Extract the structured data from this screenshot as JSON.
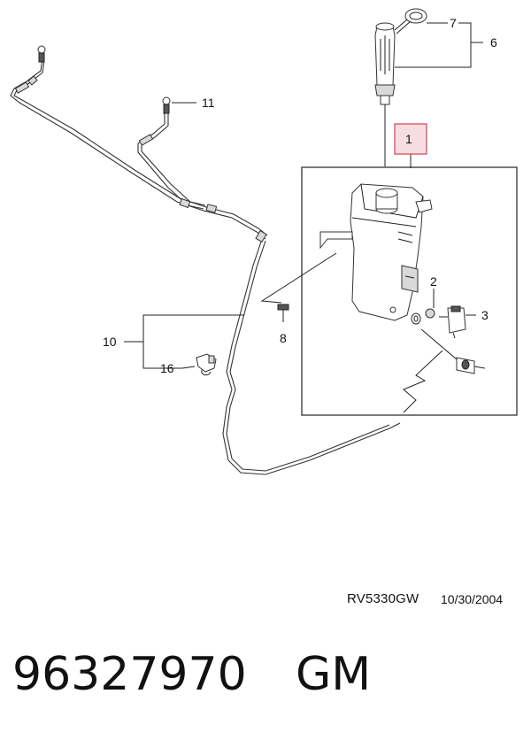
{
  "callouts": {
    "c1": "1",
    "c2": "2",
    "c3": "3",
    "c6": "6",
    "c7": "7",
    "c8": "8",
    "c10": "10",
    "c11": "11",
    "c16": "16"
  },
  "footer": {
    "drawing_code": "RV5330GW",
    "date": "10/30/2004",
    "part_number": "96327970",
    "brand": "GM"
  },
  "colors": {
    "highlight_box": "#e06070",
    "highlight_fill": "#f6dde1"
  }
}
